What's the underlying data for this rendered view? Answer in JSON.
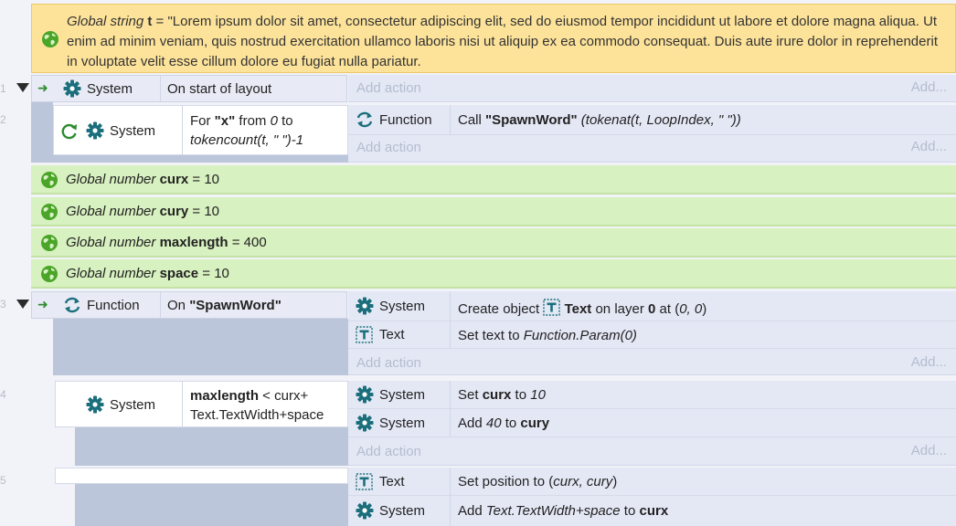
{
  "line_numbers": [
    "1",
    "2",
    "3",
    "4",
    "5"
  ],
  "comment": {
    "prefix": "Global string",
    "name": "t",
    "value": " = \"Lorem ipsum dolor sit amet, consectetur adipiscing elit, sed do eiusmod tempor incididunt ut labore et dolore magna aliqua. Ut enim ad minim veniam, quis nostrud exercitation ullamco laboris nisi ut aliquip ex ea commodo consequat. Duis aute irure dolor in reprehenderit in voluptate velit esse cillum dolore eu fugiat nulla pariatur."
  },
  "labels": {
    "system": "System",
    "function": "Function",
    "text": "Text",
    "add_action": "Add action",
    "add_short": "Add..."
  },
  "event1": {
    "condition": "On start of layout"
  },
  "event2": {
    "cond_pre": "For ",
    "cond_var": "\"x\"",
    "cond_mid": " from ",
    "cond_zero": "0",
    "cond_to": " to",
    "cond_expr": "tokencount(t, \" \")-1",
    "action_pre": "Call ",
    "action_name": "\"SpawnWord\"",
    "action_args": " (tokenat(t, LoopIndex, \" \"))"
  },
  "globals": [
    {
      "prefix": "Global number",
      "name": "curx",
      "value": " = 10"
    },
    {
      "prefix": "Global number",
      "name": "cury",
      "value": " = 10"
    },
    {
      "prefix": "Global number",
      "name": "maxlength",
      "value": " = 400"
    },
    {
      "prefix": "Global number",
      "name": "space",
      "value": " = 10"
    }
  ],
  "event3": {
    "cond_pre": "On ",
    "cond_name": "\"SpawnWord\"",
    "action1_pre": "Create object ",
    "action1_obj": "Text",
    "action1_mid": " on layer ",
    "action1_layer": "0",
    "action1_at": " at (",
    "action1_pos": "0, 0",
    "action1_end": ")",
    "action2_pre": "Set text to ",
    "action2_val": "Function.Param(0)"
  },
  "event4": {
    "cond_var": "maxlength",
    "cond_rest": " < curx+",
    "cond_line2": "Text.TextWidth+space",
    "action1_pre": "Set ",
    "action1_var": "curx",
    "action1_to": " to ",
    "action1_val": "10",
    "action2_pre": "Add ",
    "action2_val": "40",
    "action2_to": " to ",
    "action2_var": "cury"
  },
  "event5": {
    "action1_pre": "Set position to (",
    "action1_val": "curx, cury",
    "action1_end": ")",
    "action2_pre": "Add ",
    "action2_val": "Text.TextWidth+space",
    "action2_to": " to ",
    "action2_var": "curx"
  },
  "colors": {
    "comment_bg": "#fde39a",
    "global_bg": "#d8f1c0",
    "icon_teal": "#1b6f7c",
    "globe_green": "#4aa528"
  }
}
